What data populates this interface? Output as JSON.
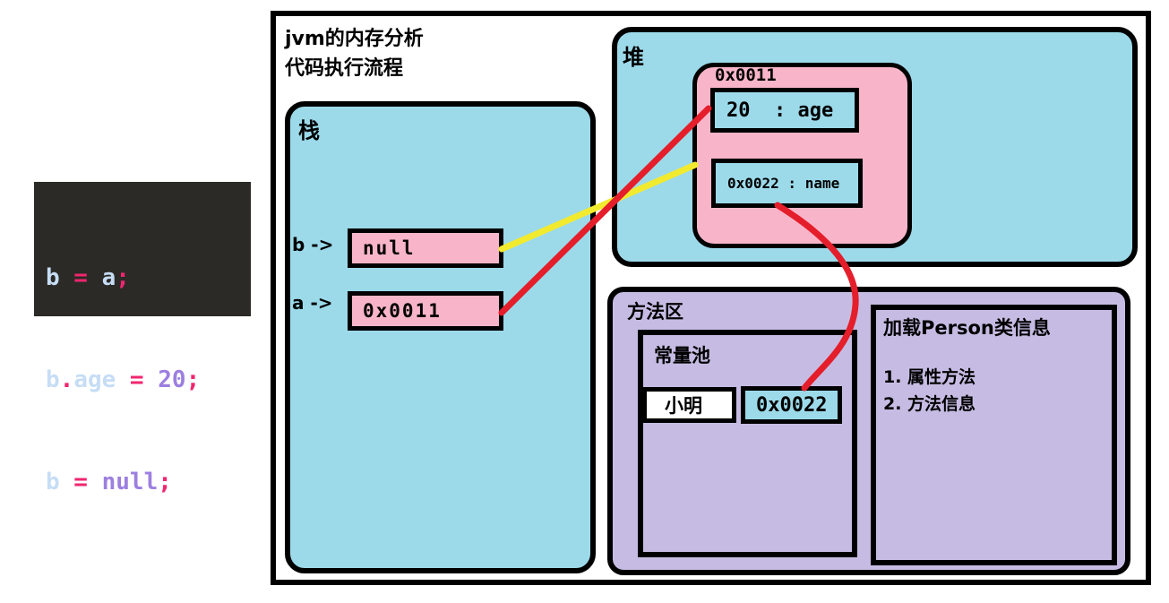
{
  "colors": {
    "region_cyan": "#9cdaea",
    "cell_pink": "#f8b5ca",
    "region_purple": "#c6bce3",
    "connector_red": "#e41e2a",
    "connector_yellow": "#f2ea2e",
    "code_background": "#2b2a26",
    "code_identifier": "#c6ddf5",
    "code_operator": "#f0266f",
    "code_literal": "#9d7fe0",
    "border_black": "#000000"
  },
  "code_panel": {
    "lines": [
      {
        "tokens": [
          {
            "text": "b",
            "type": "ident"
          },
          {
            "text": " = ",
            "type": "op"
          },
          {
            "text": "a",
            "type": "ident"
          },
          {
            "text": ";",
            "type": "op"
          }
        ]
      },
      {
        "tokens": [
          {
            "text": "b",
            "type": "ident"
          },
          {
            "text": ".",
            "type": "op"
          },
          {
            "text": "age",
            "type": "ident"
          },
          {
            "text": " = ",
            "type": "op"
          },
          {
            "text": "20",
            "type": "lit"
          },
          {
            "text": ";",
            "type": "op"
          }
        ]
      },
      {
        "tokens": [
          {
            "text": "b",
            "type": "ident"
          },
          {
            "text": " = ",
            "type": "op"
          },
          {
            "text": "null",
            "type": "lit"
          },
          {
            "text": ";",
            "type": "op"
          }
        ]
      }
    ]
  },
  "diagram": {
    "title_line1": "jvm的内存分析",
    "title_line2": "代码执行流程",
    "stack": {
      "label": "栈",
      "entries": [
        {
          "var": "b ->",
          "value": "null"
        },
        {
          "var": "a ->",
          "value": "0x0011"
        }
      ]
    },
    "heap": {
      "label": "堆",
      "object": {
        "address": "0x0011",
        "fields": [
          "20  : age",
          "0x0022 : name"
        ]
      }
    },
    "method_area": {
      "label": "方法区",
      "constant_pool": {
        "label": "常量池",
        "name_entry": "小明",
        "address_entry": "0x0022"
      },
      "class_info": {
        "title": "加载Person类信息",
        "items": [
          "1. 属性方法",
          "2. 方法信息"
        ]
      }
    }
  }
}
